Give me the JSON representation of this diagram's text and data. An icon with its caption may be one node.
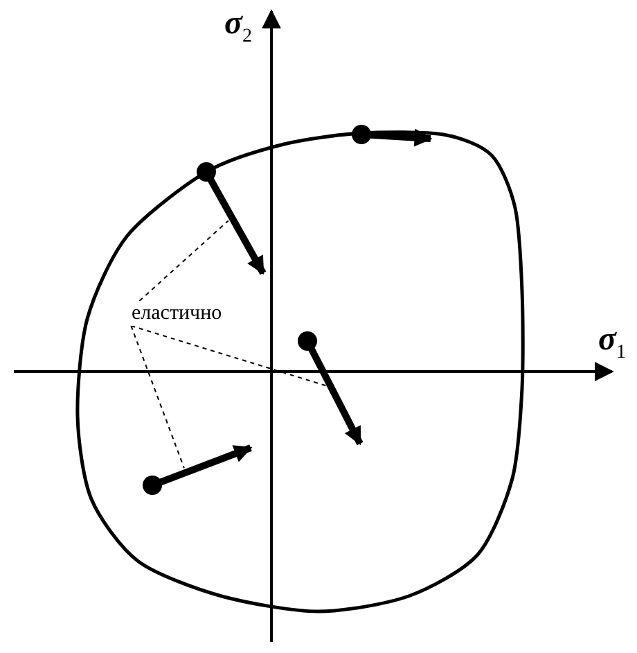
{
  "diagram": {
    "nodes": [
      {
        "text": [
          "еластично"
        ]
      },
      {
        "text": [],
        "shape": "arrow"
      },
      {
        "text": [],
        "shape": "arrow"
      },
      {
        "text": [],
        "shape": "arrow"
      },
      {
        "text": [],
        "shape": "arrow"
      }
    ],
    "edges": [
      {
        "from": 0,
        "to": 2,
        "arrow": "none",
        "style": "dashed"
      },
      {
        "from": 0,
        "to": 3,
        "arrow": "none",
        "style": "dashed"
      },
      {
        "from": 0,
        "to": 4,
        "arrow": "none",
        "style": "dashed"
      }
    ],
    "labels": [
      "σ$_{2}$",
      "σ$_{1}$"
    ]
  }
}
